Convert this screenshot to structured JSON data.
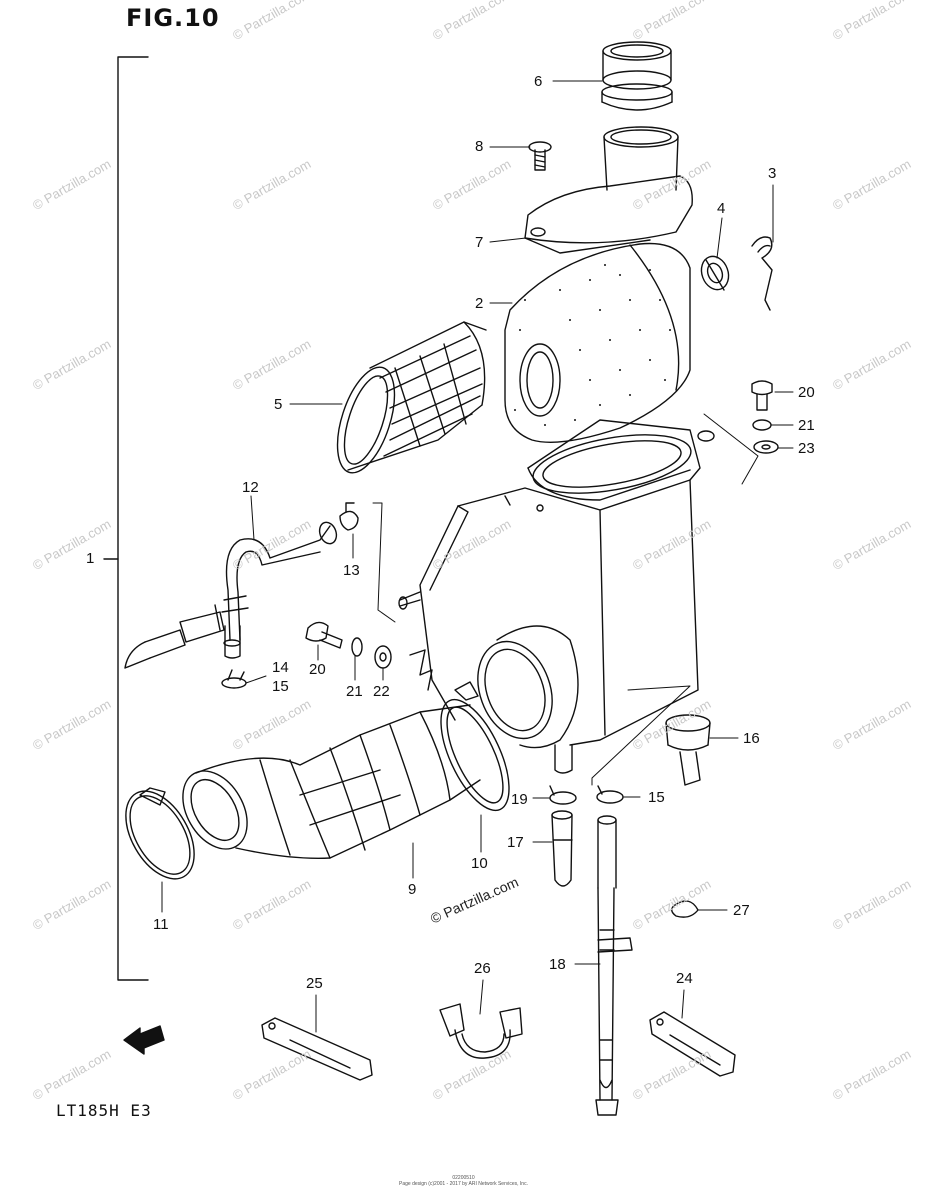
{
  "figure_title": "FIG.10",
  "model_code": "LT185H E3",
  "footer": {
    "line1": "02200510",
    "line2": "Page design (c)2001 - 2017 by ARI Network Services, Inc."
  },
  "watermark": "© Partzilla.com",
  "callouts": [
    "1",
    "2",
    "3",
    "4",
    "5",
    "6",
    "7",
    "8",
    "9",
    "10",
    "11",
    "12",
    "13",
    "14",
    "15",
    "16",
    "17",
    "18",
    "19",
    "20",
    "21",
    "22",
    "23",
    "24",
    "25",
    "26",
    "27"
  ],
  "callout_labels": {
    "c6": "6",
    "c8": "8",
    "c7": "7",
    "c3": "3",
    "c4": "4",
    "c2": "2",
    "c5": "5",
    "c20a": "20",
    "c21a": "21",
    "c23": "23",
    "c12": "12",
    "c13": "13",
    "c1": "1",
    "c14": "14",
    "c15a": "15",
    "c20b": "20",
    "c21b": "21",
    "c22": "22",
    "c16": "16",
    "c19": "19",
    "c15b": "15",
    "c17": "17",
    "c10": "10",
    "c9": "9",
    "c11": "11",
    "c27": "27",
    "c18": "18",
    "c25": "25",
    "c26": "26",
    "c24": "24"
  },
  "front_arrow": "FWD"
}
